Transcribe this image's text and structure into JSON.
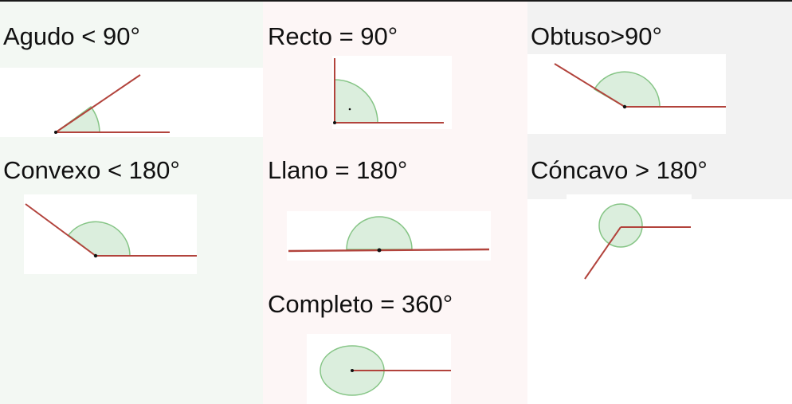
{
  "colors": {
    "col1_bg": "#f3f8f3",
    "col2_bg": "#fdf6f6",
    "col3_bg": "#f2f2f2",
    "ray": "#b2433c",
    "arc_fill": "#dbeedd",
    "arc_stroke": "#86c586",
    "vertex": "#111111"
  },
  "angles": [
    {
      "id": "agudo",
      "label": "Agudo < 90°"
    },
    {
      "id": "recto",
      "label": "Recto = 90°"
    },
    {
      "id": "obtuso",
      "label": "Obtuso>90°"
    },
    {
      "id": "convexo",
      "label": "Convexo < 180°"
    },
    {
      "id": "llano",
      "label": "Llano = 180°"
    },
    {
      "id": "concavo",
      "label": "Cóncavo > 180°"
    },
    {
      "id": "completo",
      "label": "Completo = 360°"
    }
  ]
}
